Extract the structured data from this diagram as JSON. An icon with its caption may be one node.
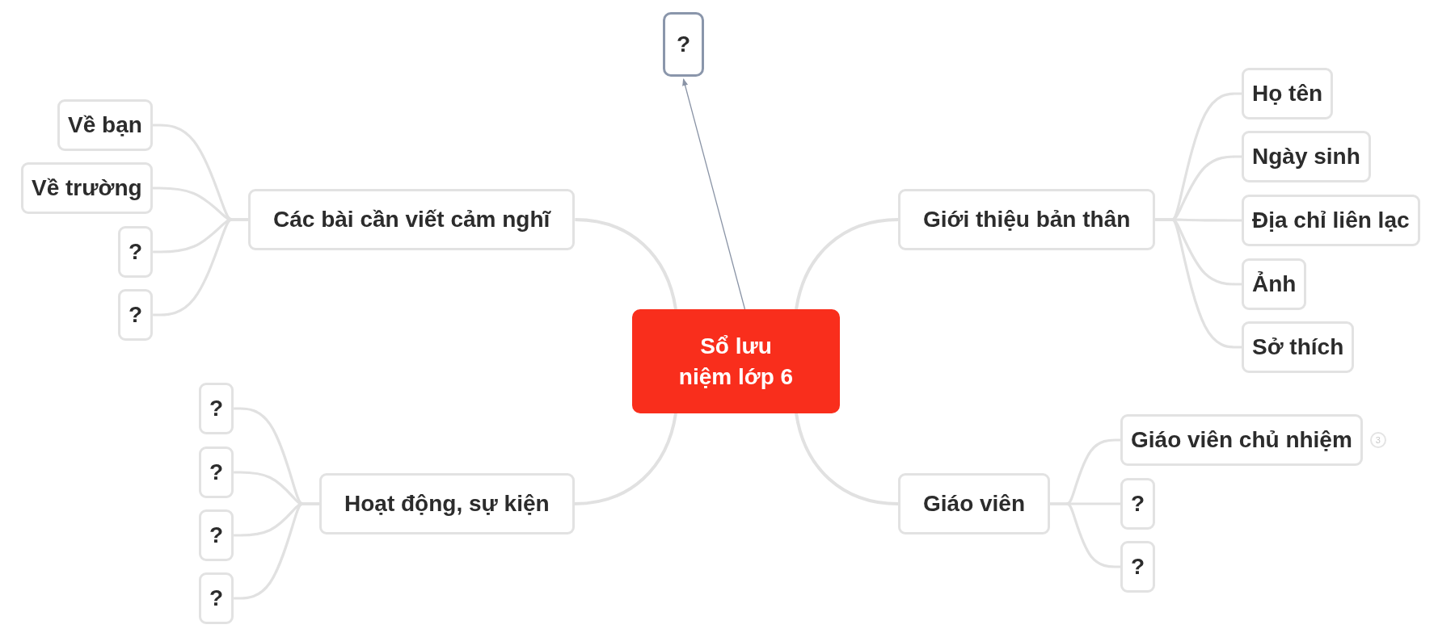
{
  "diagram": {
    "nodes": [
      {
        "text": [
          "Sổ lưu niệm lớp 6"
        ]
      },
      {
        "text": [
          "?"
        ]
      },
      {
        "text": [
          "Các bài cần viết cảm nghĩ"
        ]
      },
      {
        "text": [
          "Về bạn"
        ]
      },
      {
        "text": [
          "Về trường"
        ]
      },
      {
        "text": [
          "?"
        ]
      },
      {
        "text": [
          "?"
        ]
      },
      {
        "text": [
          "Giới thiệu bản thân"
        ]
      },
      {
        "text": [
          "Họ tên"
        ]
      },
      {
        "text": [
          "Ngày sinh"
        ]
      },
      {
        "text": [
          "Địa chỉ liên lạc"
        ]
      },
      {
        "text": [
          "Ảnh"
        ]
      },
      {
        "text": [
          "Sở thích"
        ]
      },
      {
        "text": [
          "Hoạt động, sự kiện"
        ]
      },
      {
        "text": [
          "?"
        ]
      },
      {
        "text": [
          "?"
        ]
      },
      {
        "text": [
          "?"
        ]
      },
      {
        "text": [
          "?"
        ]
      },
      {
        "text": [
          "Giáo viên"
        ]
      },
      {
        "text": [
          "Giáo viên chủ nhiệm"
        ],
        "beside": [
          "3"
        ]
      },
      {
        "text": [
          "?"
        ]
      },
      {
        "text": [
          "?"
        ]
      }
    ],
    "edges": [
      {
        "from": 0,
        "to": 1,
        "arrow": "to",
        "color": "#8a94a6"
      },
      {
        "from": 0,
        "to": 2,
        "arrow": "none"
      },
      {
        "from": 2,
        "to": 3,
        "arrow": "none"
      },
      {
        "from": 2,
        "to": 4,
        "arrow": "none"
      },
      {
        "from": 2,
        "to": 5,
        "arrow": "none"
      },
      {
        "from": 2,
        "to": 6,
        "arrow": "none"
      },
      {
        "from": 0,
        "to": 7,
        "arrow": "none"
      },
      {
        "from": 7,
        "to": 8,
        "arrow": "none"
      },
      {
        "from": 7,
        "to": 9,
        "arrow": "none"
      },
      {
        "from": 7,
        "to": 10,
        "arrow": "none"
      },
      {
        "from": 7,
        "to": 11,
        "arrow": "none"
      },
      {
        "from": 7,
        "to": 12,
        "arrow": "none"
      },
      {
        "from": 0,
        "to": 13,
        "arrow": "none"
      },
      {
        "from": 13,
        "to": 14,
        "arrow": "none"
      },
      {
        "from": 13,
        "to": 15,
        "arrow": "none"
      },
      {
        "from": 13,
        "to": 16,
        "arrow": "none"
      },
      {
        "from": 13,
        "to": 17,
        "arrow": "none"
      },
      {
        "from": 0,
        "to": 18,
        "arrow": "none"
      },
      {
        "from": 18,
        "to": 19,
        "arrow": "none"
      },
      {
        "from": 18,
        "to": 20,
        "arrow": "none"
      },
      {
        "from": 18,
        "to": 21,
        "arrow": "none"
      }
    ]
  }
}
